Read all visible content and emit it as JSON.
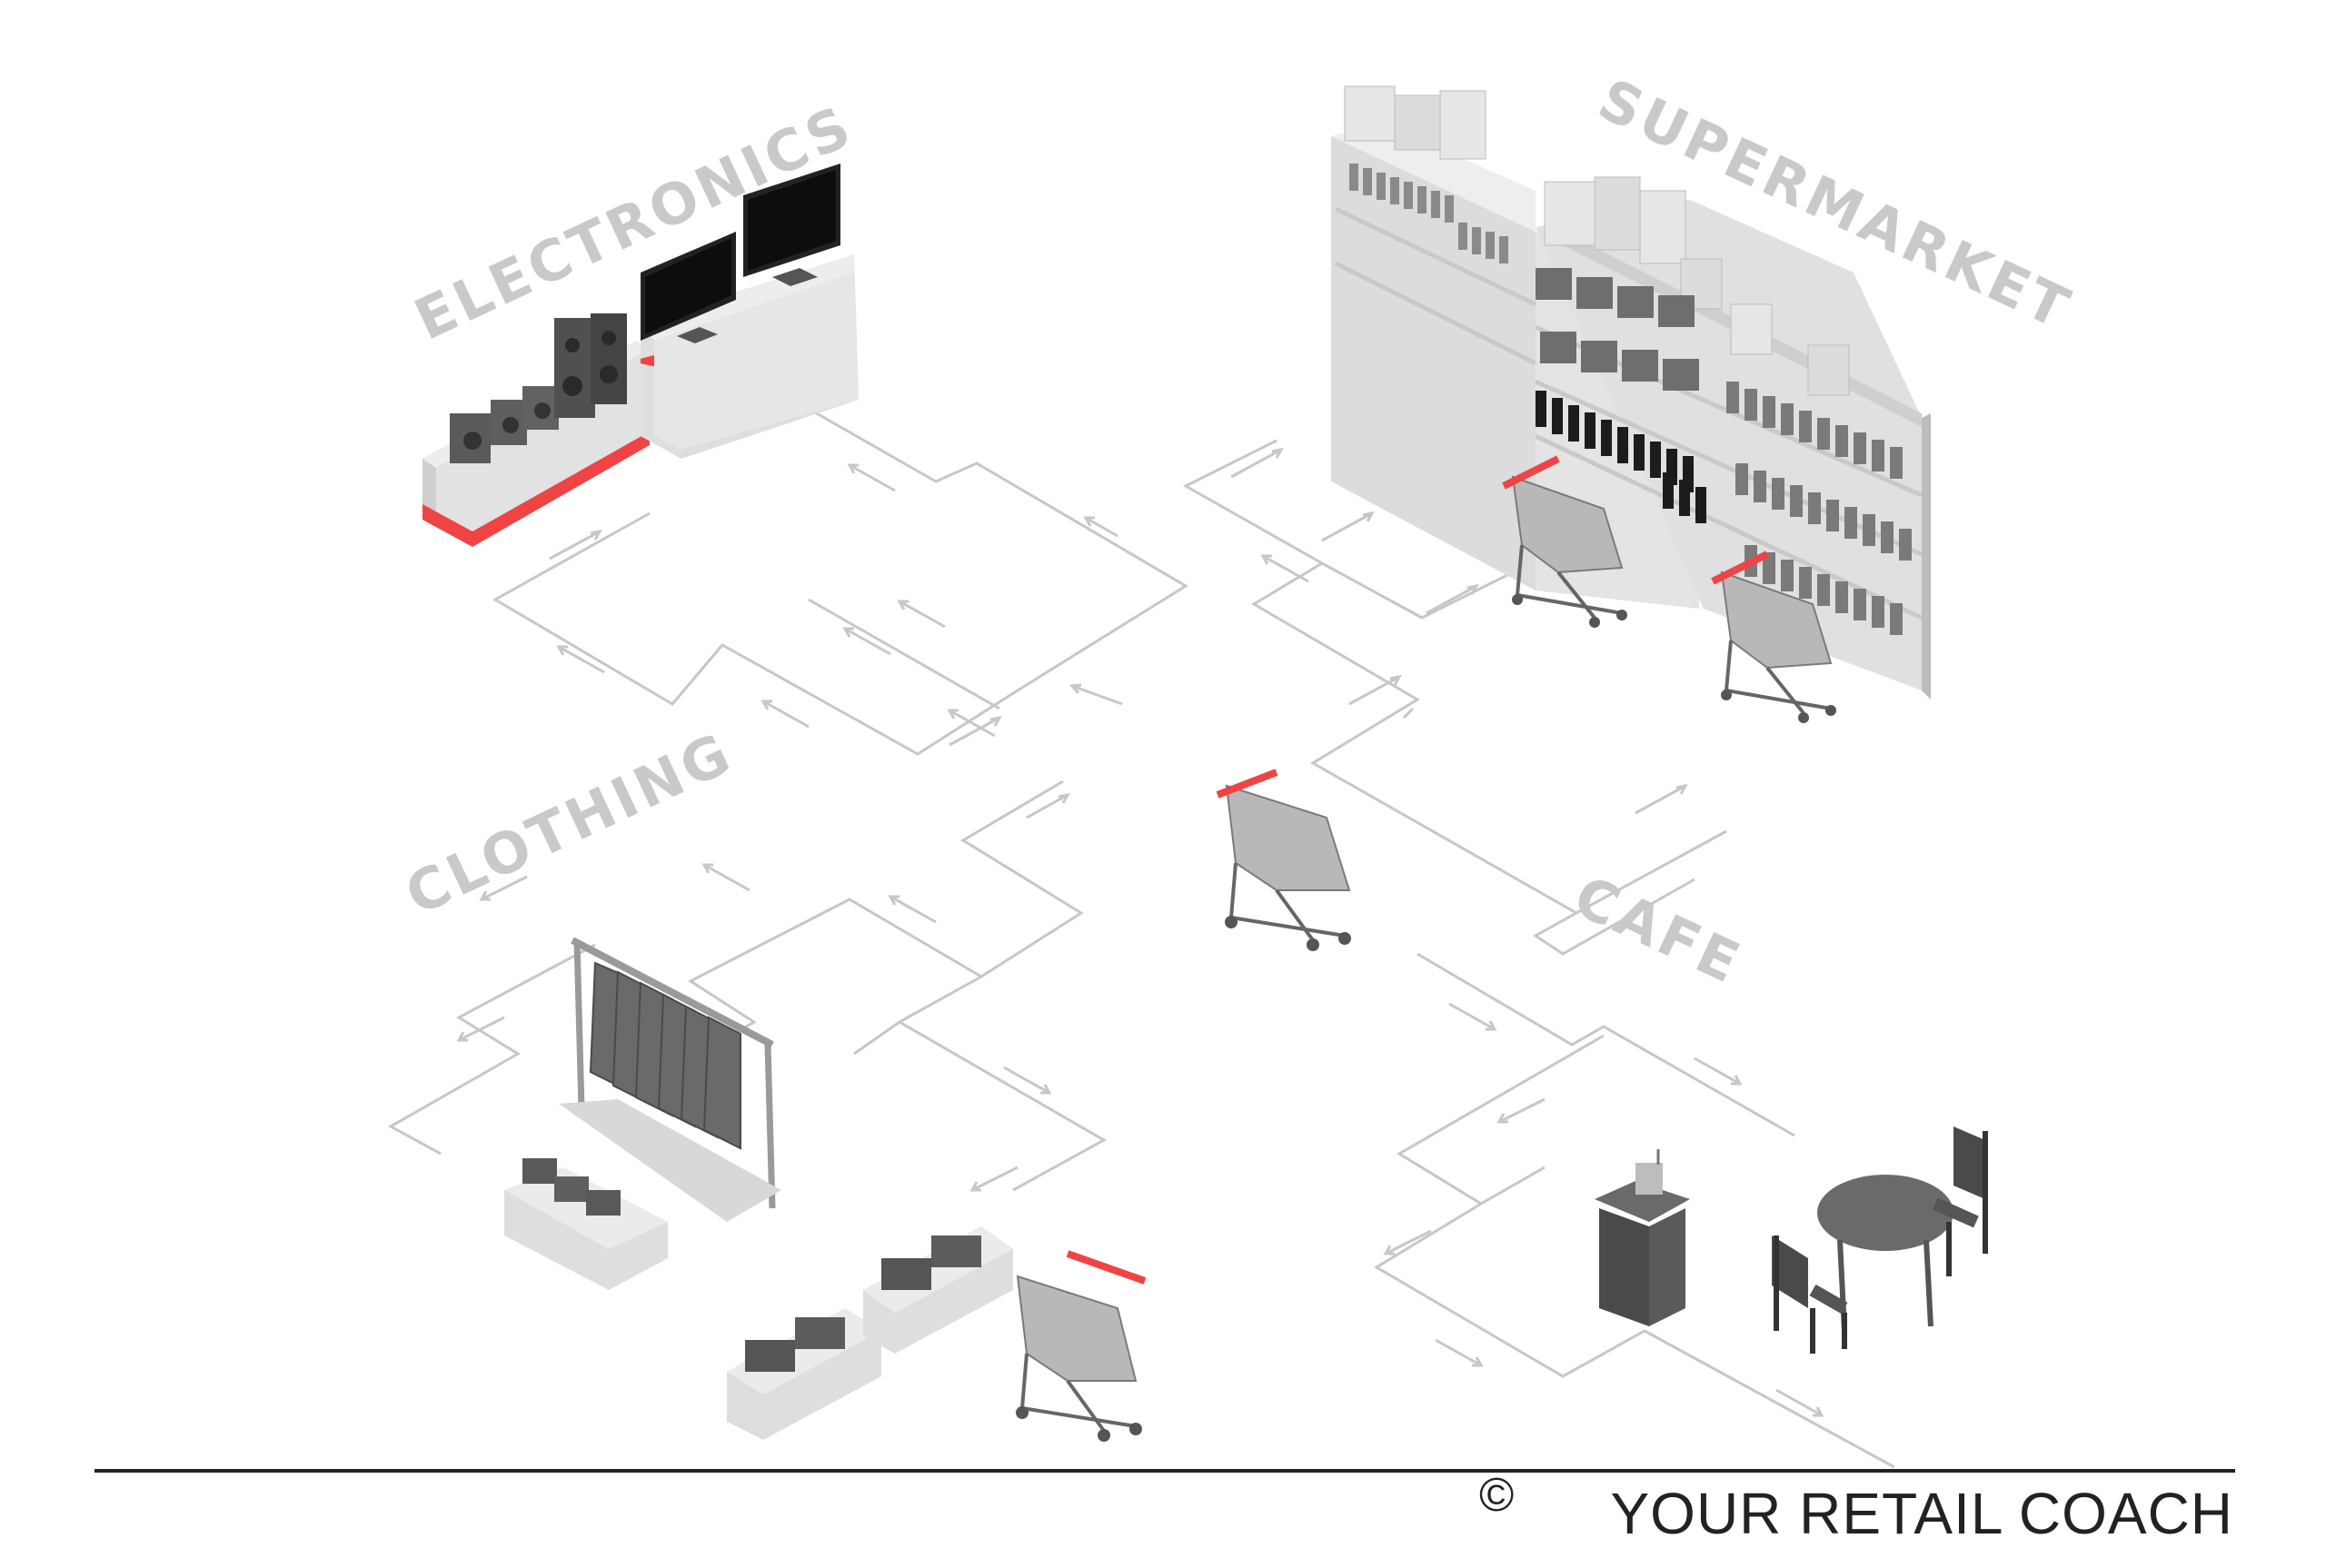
{
  "zones": {
    "electronics": "ELECTRONICS",
    "supermarket": "SUPERMARKET",
    "clothing": "CLOTHING",
    "cafe": "CAFE"
  },
  "footer": {
    "copyright_symbol": "©",
    "brand": "YOUR RETAIL COACH"
  },
  "colors": {
    "accent_red": "#f04444",
    "path_grey": "#c7c7c7",
    "label_grey": "#c9c9c9",
    "fixture_light": "#e3e3e3",
    "fixture_dark": "#6b6b6b"
  }
}
